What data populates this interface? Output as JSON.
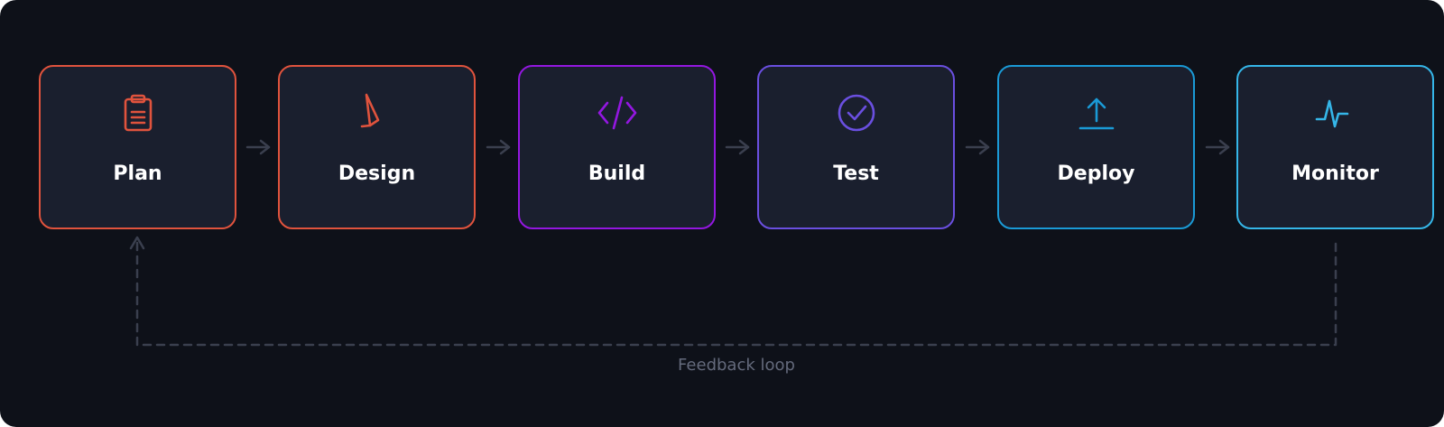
{
  "diagram": {
    "stages": [
      {
        "label": "Plan",
        "icon": "clipboard-icon",
        "color": "#e0533d"
      },
      {
        "label": "Design",
        "icon": "pen-nib-icon",
        "color": "#e0533d"
      },
      {
        "label": "Build",
        "icon": "code-brackets-icon",
        "color": "#9317e0"
      },
      {
        "label": "Test",
        "icon": "check-circle-icon",
        "color": "#6a4fe0"
      },
      {
        "label": "Deploy",
        "icon": "upload-icon",
        "color": "#1a9ad6"
      },
      {
        "label": "Monitor",
        "icon": "pulse-icon",
        "color": "#35b6e8"
      }
    ],
    "feedback_label": "Feedback loop",
    "connector_color": "#3a3f4e",
    "background": "#0e1119",
    "card_background": "#1a1f2e"
  }
}
